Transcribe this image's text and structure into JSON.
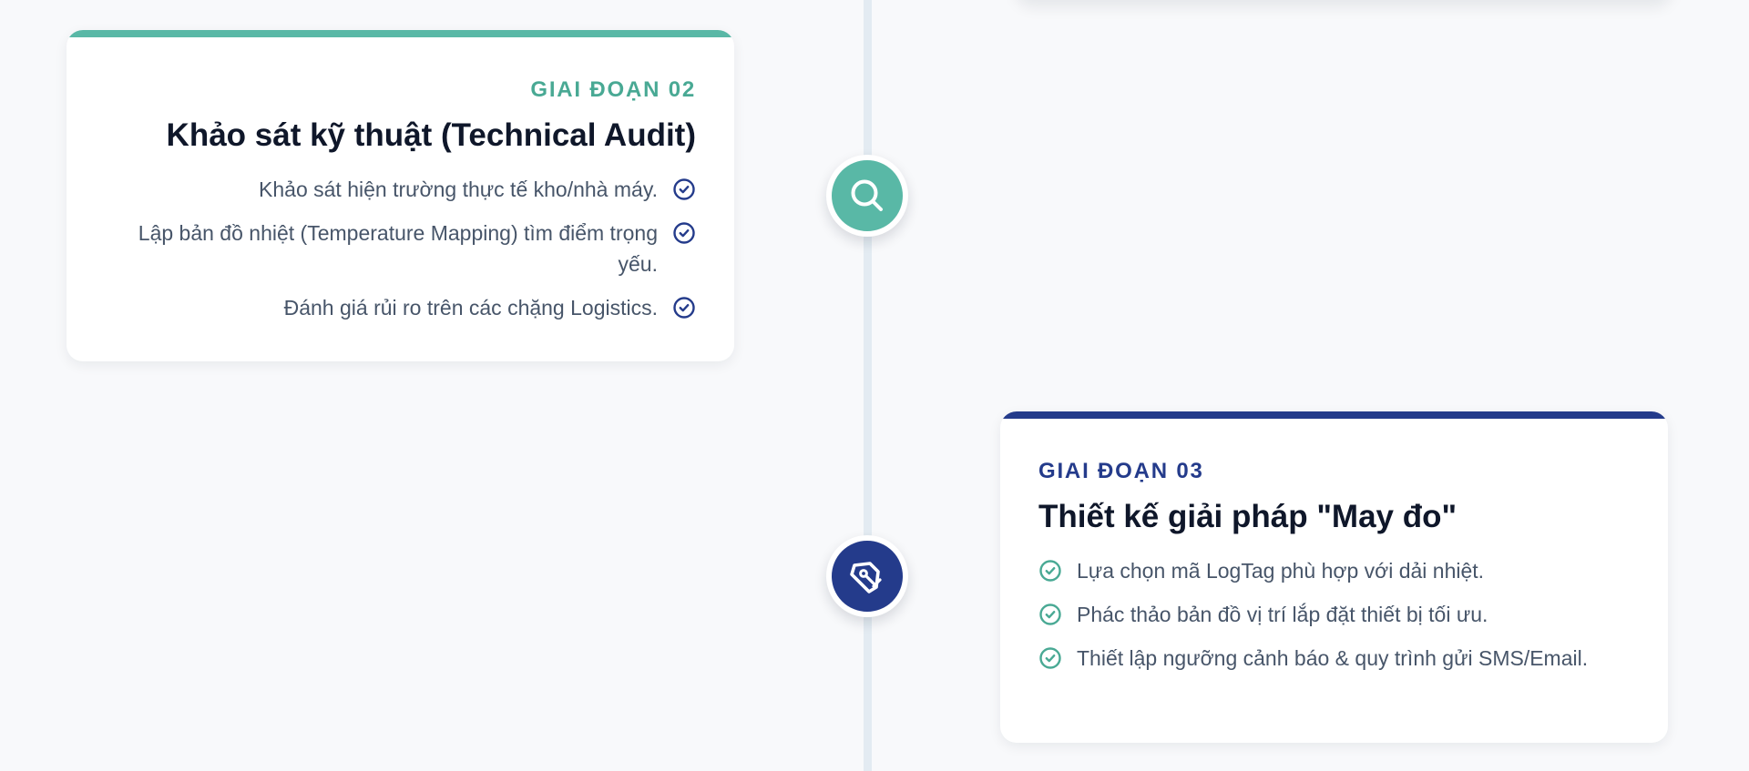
{
  "colors": {
    "background": "#f8f9fb",
    "teal_accent": "#59b8a6",
    "navy_accent": "#243b8b",
    "timeline": "#e3ebf2",
    "heading": "#0f172a",
    "body_text": "#475569"
  },
  "stages": [
    {
      "label": "GIAI ĐOẠN 02",
      "title": "Khảo sát kỹ thuật (Technical Audit)",
      "icon": "search-icon",
      "items": [
        "Khảo sát hiện trường thực tế kho/nhà máy.",
        "Lập bản đồ nhiệt (Temperature Mapping) tìm điểm trọng yếu.",
        "Đánh giá rủi ro trên các chặng Logistics."
      ]
    },
    {
      "label": "GIAI ĐOẠN 03",
      "title": "Thiết kế giải pháp \"May đo\"",
      "icon": "pen-tool-icon",
      "items": [
        "Lựa chọn mã LogTag phù hợp với dải nhiệt.",
        "Phác thảo bản đồ vị trí lắp đặt thiết bị tối ưu.",
        "Thiết lập ngưỡng cảnh báo & quy trình gửi SMS/Email."
      ]
    }
  ]
}
